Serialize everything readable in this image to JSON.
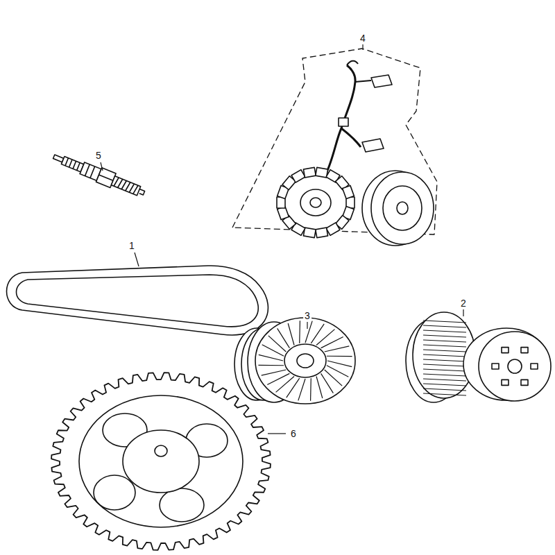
{
  "diagram": {
    "labels": [
      "4",
      "5",
      "1",
      "3",
      "2",
      "6"
    ]
  }
}
